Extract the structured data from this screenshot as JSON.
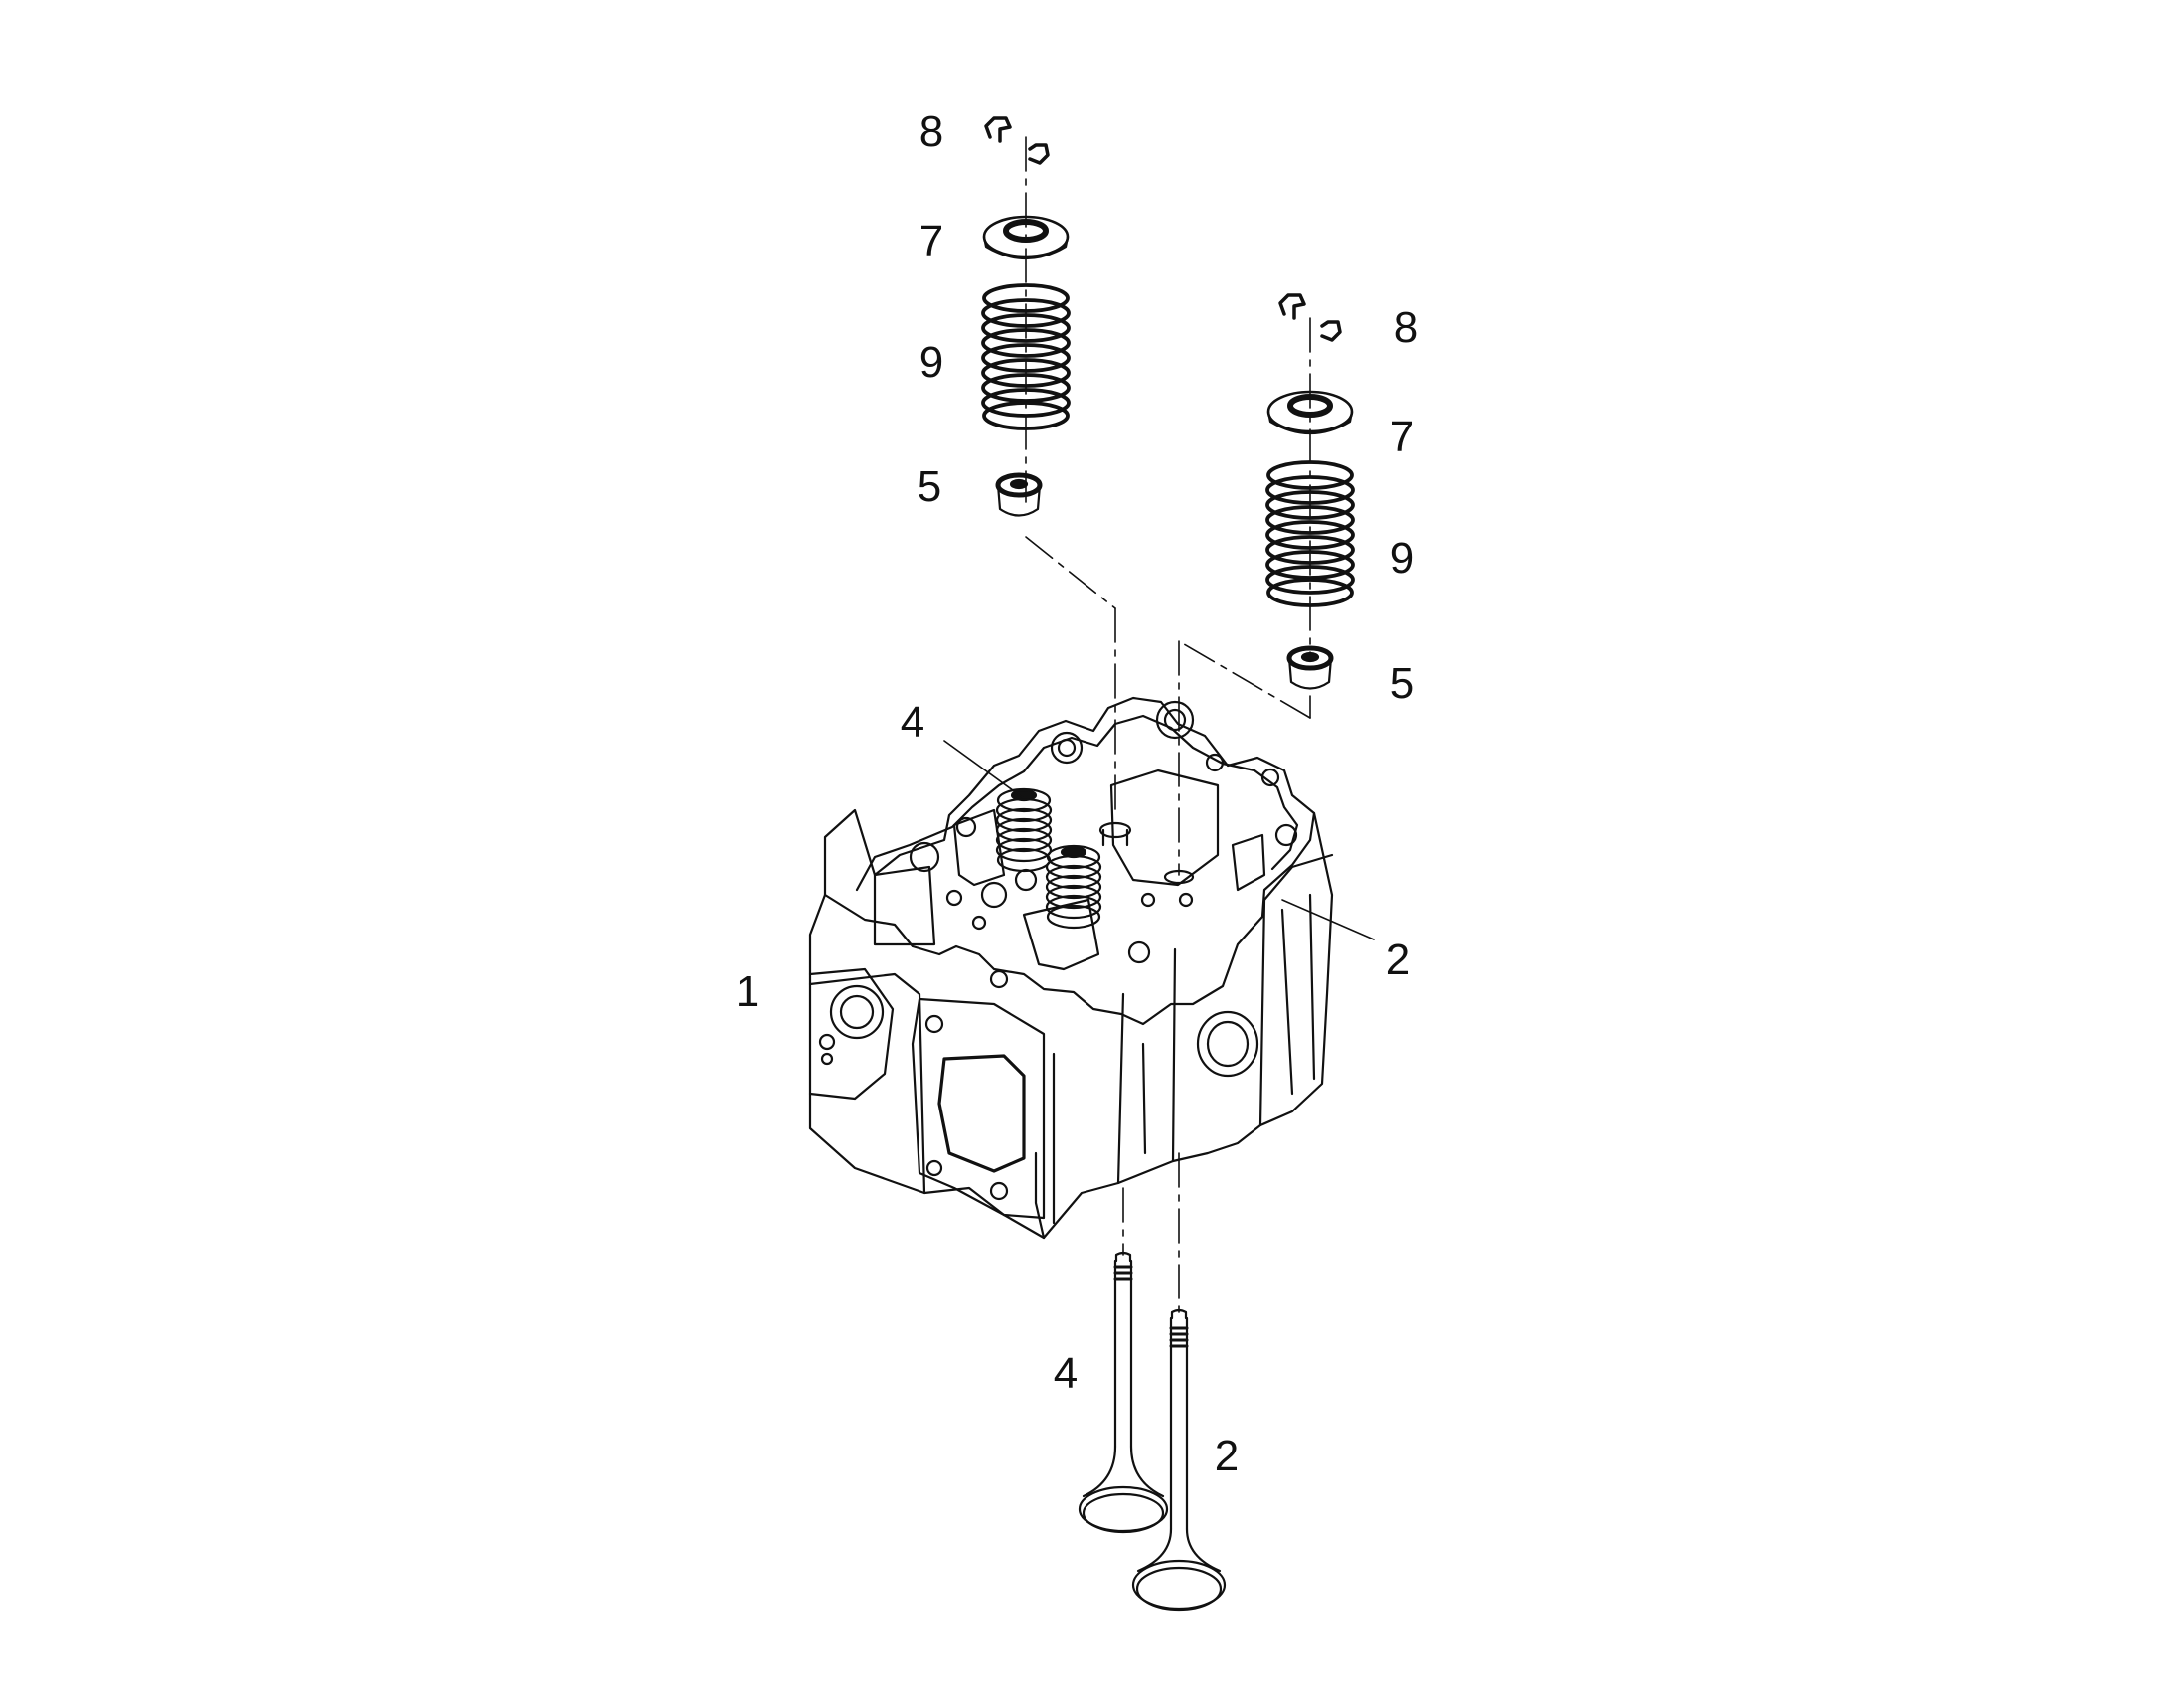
{
  "diagram": {
    "ink_color": "#111111",
    "background": "#ffffff",
    "parts": [
      {
        "id": "cylinder-head",
        "callout": "1"
      },
      {
        "id": "exhaust-valve",
        "callout": "2"
      },
      {
        "id": "intake-valve",
        "callout": "4"
      },
      {
        "id": "valve-stem-seal",
        "callout": "5"
      },
      {
        "id": "spring-retainer",
        "callout": "7"
      },
      {
        "id": "valve-cotters",
        "callout": "8"
      },
      {
        "id": "valve-spring",
        "callout": "9"
      }
    ],
    "labels": {
      "left_cotters": "8",
      "left_retainer": "7",
      "left_spring": "9",
      "left_seal": "5",
      "right_cotters": "8",
      "right_retainer": "7",
      "right_spring": "9",
      "right_seal": "5",
      "head_intake_valve": "4",
      "head_exhaust_valve": "2",
      "head": "1",
      "loose_intake_valve": "4",
      "loose_exhaust_valve": "2"
    }
  }
}
